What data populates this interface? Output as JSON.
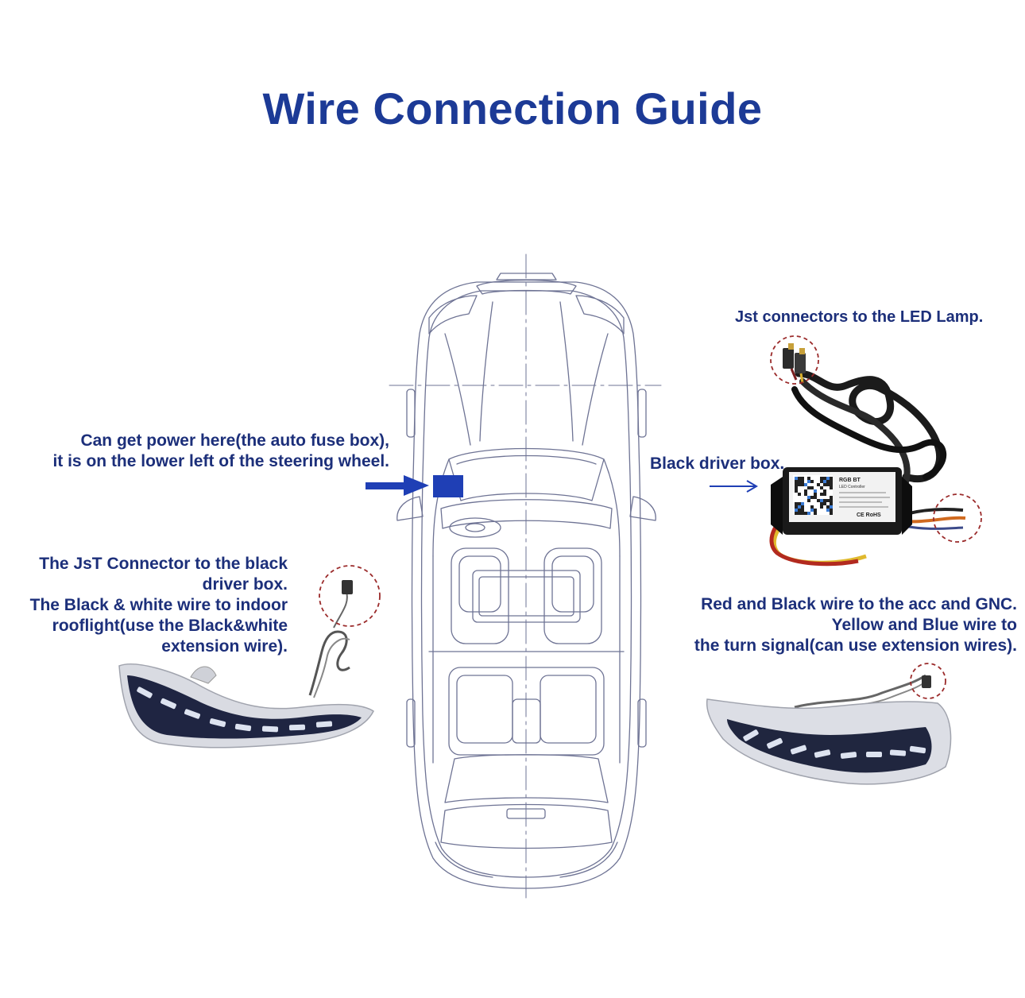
{
  "title": "Wire Connection Guide",
  "labels": {
    "fuse_box": "Can get power here(the auto fuse box),\nit is on the lower left of the steering wheel.",
    "jst_led": "Jst connectors to the LED Lamp.",
    "driver_box": "Black driver box.",
    "left_connector": "The JsT Connector to the black\ndriver box.\nThe Black & white wire to indoor\nrooflight(use the Black&white\nextension wire).",
    "right_wires": "Red and Black wire to the acc and GNC.\nYellow and Blue wire to\nthe turn signal(can use extension wires)."
  },
  "device_text": {
    "brand": "RGB BT",
    "sub": "LED Controller",
    "ce": "CE RoHS"
  },
  "colors": {
    "title": "#1c3a96",
    "label": "#1c2f7a",
    "accent_blue": "#1f3fb5",
    "car_line": "#6e7394",
    "dashed_circle": "#9b2b2b"
  }
}
